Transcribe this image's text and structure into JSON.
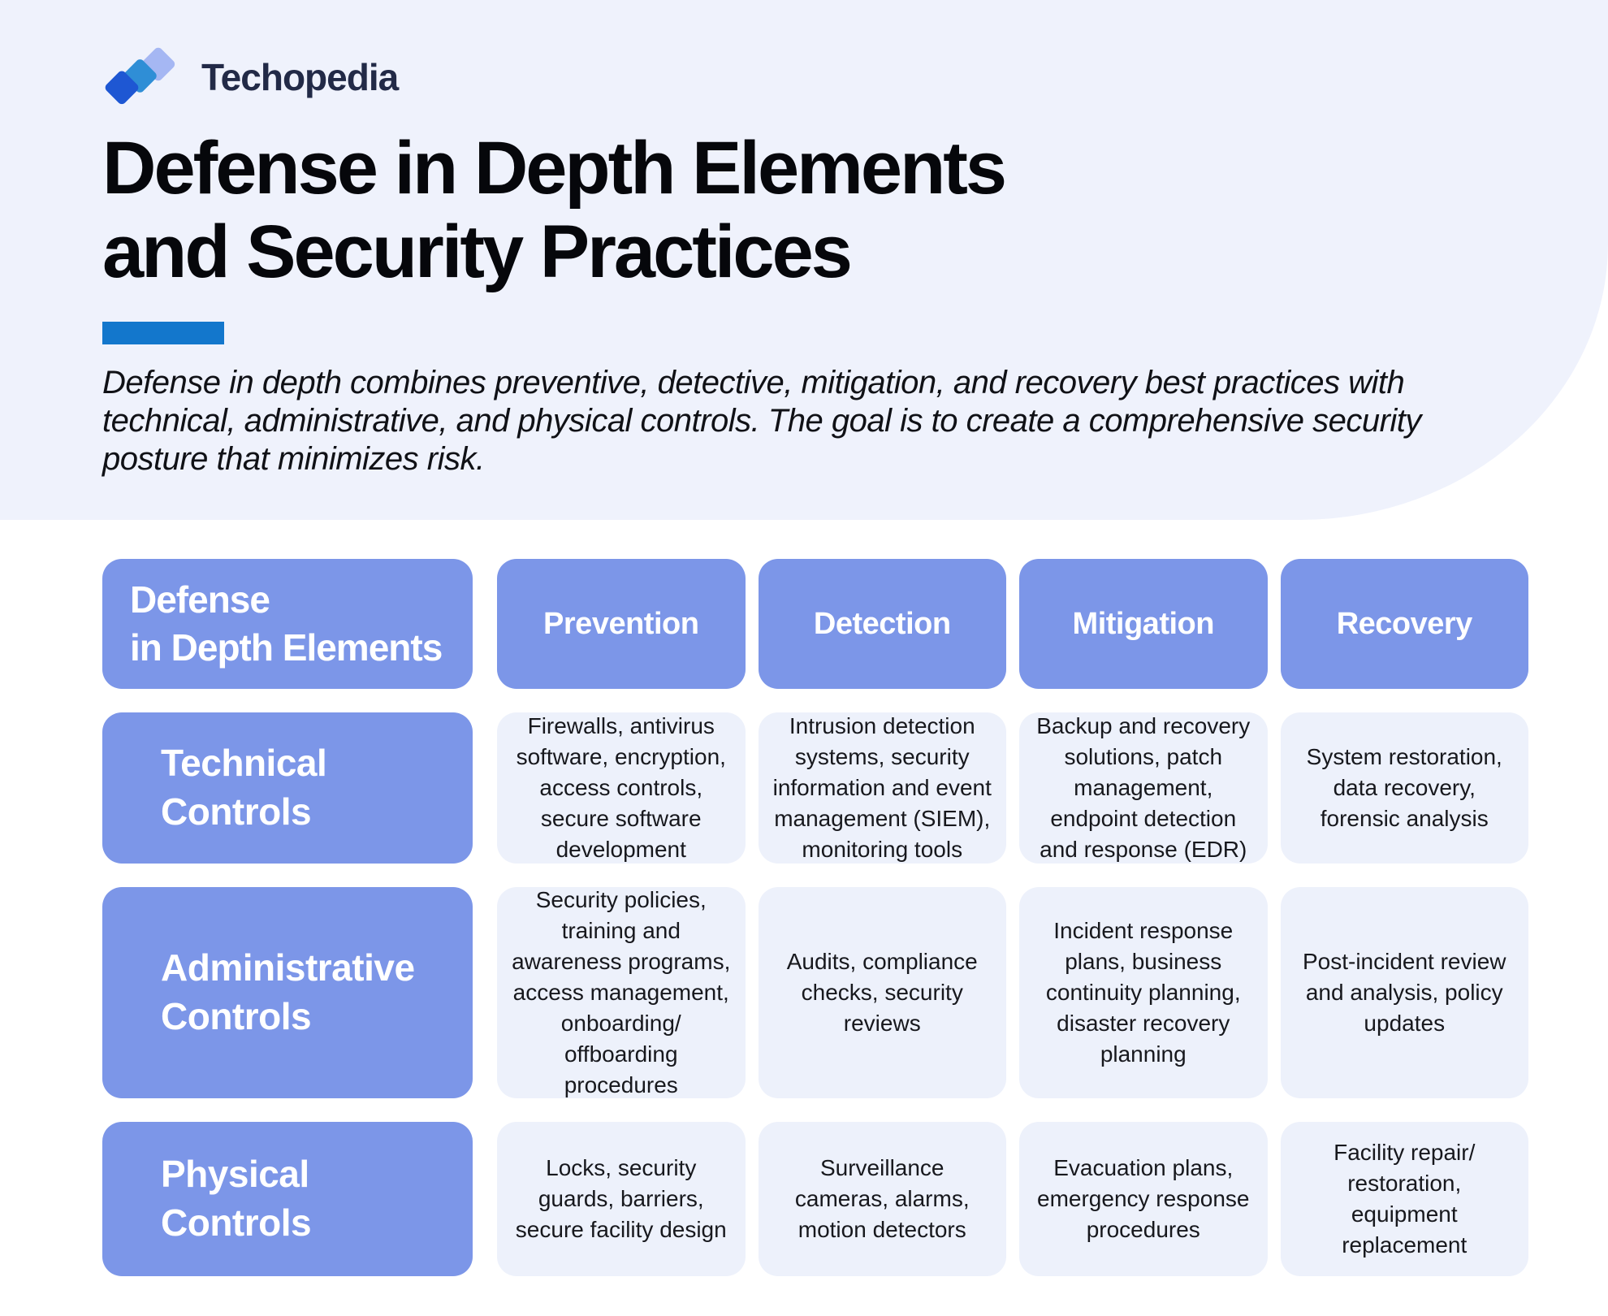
{
  "brand": {
    "name": "Techopedia"
  },
  "header": {
    "title_line1": "Defense in Depth Elements",
    "title_line2": "and Security Practices",
    "intro": "Defense in depth combines preventive, detective, mitigation, and recovery best practices with technical, administrative, and physical controls. The goal is to create a comprehensive security posture that minimizes risk."
  },
  "table": {
    "corner_header": "Defense\nin Depth Elements",
    "columns": [
      "Prevention",
      "Detection",
      "Mitigation",
      "Recovery"
    ],
    "rows": [
      {
        "label": "Technical\nControls",
        "cells": [
          "Firewalls, antivirus software, encryption, access controls, secure software development",
          "Intrusion detection systems, security information and event management (SIEM), monitoring tools",
          "Backup and recovery solutions, patch management, endpoint detection and response (EDR)",
          "System restoration, data recovery, forensic analysis"
        ]
      },
      {
        "label": "Administrative\nControls",
        "cells": [
          "Security policies, training and awareness programs, access management, onboarding/ offboarding procedures",
          "Audits, compliance checks, security reviews",
          "Incident response plans, business continuity planning, disaster recovery planning",
          "Post-incident review and analysis, policy updates"
        ]
      },
      {
        "label": "Physical\nControls",
        "cells": [
          "Locks, security guards, barriers, secure facility design",
          "Surveillance cameras, alarms, motion detectors",
          "Evacuation plans, emergency response procedures",
          "Facility repair/ restoration, equipment replacement"
        ]
      }
    ]
  },
  "colors": {
    "hero_background": "#eff2fc",
    "accent_bar": "#1377cc",
    "header_cell": "#7c96e8",
    "body_cell": "#edf1fb",
    "logo_front_diamond": "#1e57d3",
    "logo_middle_diamond": "#2f8ed6",
    "logo_back_diamond": "#a5b7f3"
  }
}
